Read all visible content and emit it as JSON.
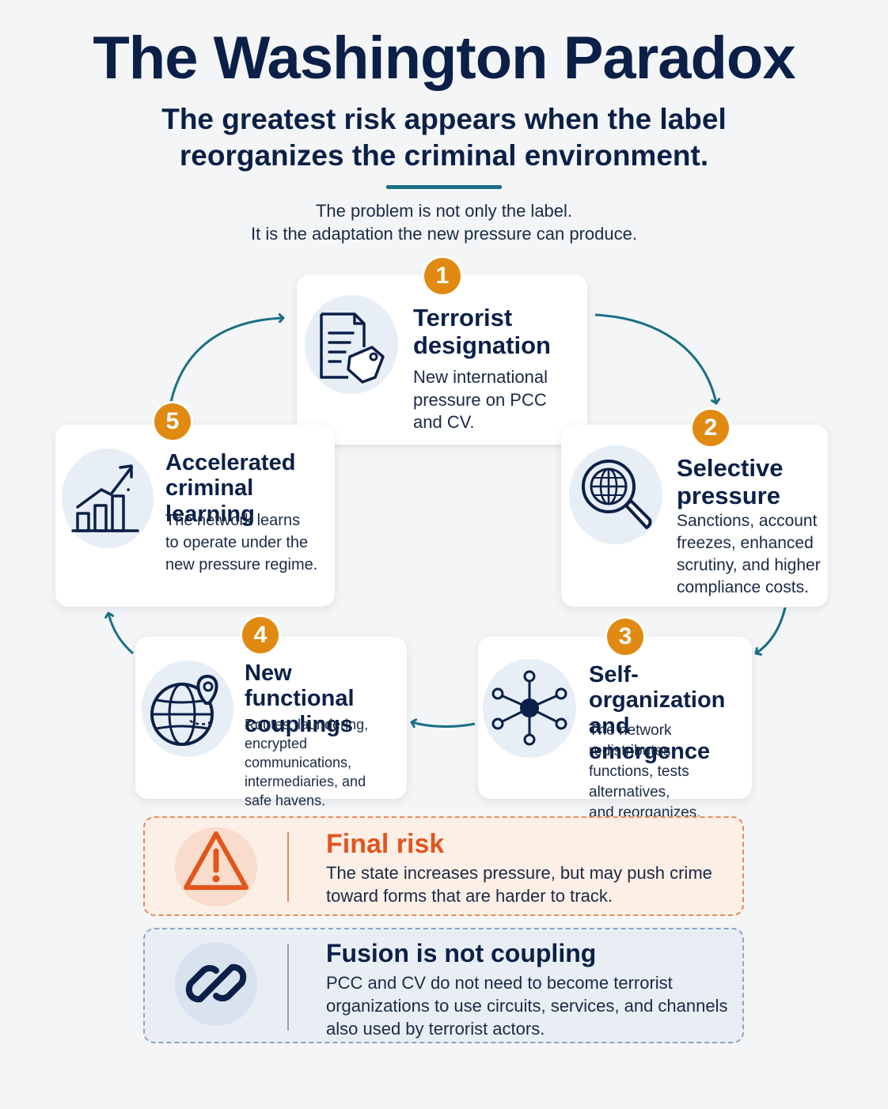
{
  "header": {
    "title": "The Washington Paradox",
    "subtitle_line1": "The greatest risk appears when the label",
    "subtitle_line2": "reorganizes the criminal environment.",
    "intro_line1": "The problem is not only the label.",
    "intro_line2": "It is the adaptation the new pressure can produce."
  },
  "colors": {
    "navy": "#0b2048",
    "teal": "#1a6f86",
    "badge_orange": "#e08a12",
    "risk_orange": "#e2561e",
    "risk_bg": "#fcefe6",
    "fusion_bg": "#e9eef5"
  },
  "steps": [
    {
      "number": "1",
      "title_lines": [
        "Terrorist",
        "designation"
      ],
      "body_lines": [
        "New international",
        "pressure on PCC",
        "and CV."
      ],
      "icon": "document-tag-icon"
    },
    {
      "number": "2",
      "title_lines": [
        "Selective",
        "pressure"
      ],
      "body_lines": [
        "Sanctions, account",
        "freezes, enhanced",
        "scrutiny, and higher",
        "compliance costs."
      ],
      "icon": "globe-magnifier-icon"
    },
    {
      "number": "3",
      "title_lines": [
        "Self-organization",
        "and emergence"
      ],
      "body_lines": [
        "The network redistributes",
        "functions, tests alternatives,",
        "and reorganizes."
      ],
      "icon": "network-hub-icon"
    },
    {
      "number": "4",
      "title_lines": [
        "New functional",
        "couplings"
      ],
      "body_lines": [
        "Routes, laundering,",
        "encrypted communications,",
        "intermediaries, and",
        "safe havens."
      ],
      "icon": "globe-pin-icon"
    },
    {
      "number": "5",
      "title_lines": [
        "Accelerated",
        "criminal learning"
      ],
      "body_lines": [
        "The network learns",
        "to operate under the",
        "new pressure regime."
      ],
      "icon": "growth-chart-icon"
    }
  ],
  "final_risk": {
    "title": "Final risk",
    "body_lines": [
      "The state increases pressure, but may push crime",
      "toward forms that are harder to track."
    ],
    "icon": "warning-triangle-icon"
  },
  "fusion": {
    "title": "Fusion is not coupling",
    "body_lines": [
      "PCC and CV do not need to become terrorist",
      "organizations to use circuits, services, and channels",
      "also used by terrorist actors."
    ],
    "icon": "chain-link-icon"
  }
}
